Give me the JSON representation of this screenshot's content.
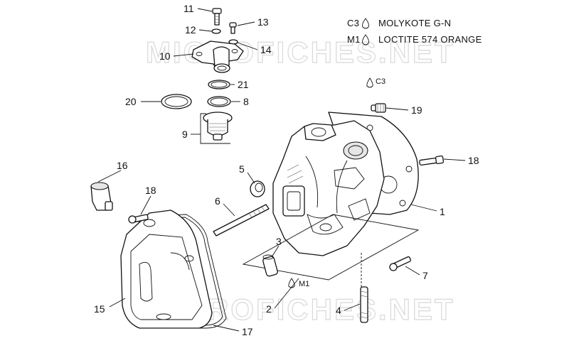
{
  "legend": [
    {
      "code": "C3",
      "text": "MOLYKOTE G-N"
    },
    {
      "code": "M1",
      "text": "LOCTITE 574 ORANGE"
    }
  ],
  "symbol_tags": {
    "c3": "C3",
    "m1": "M1"
  },
  "watermark": "MICROFICHES.NET",
  "callouts": {
    "n1": "1",
    "n2": "2",
    "n3": "3",
    "n4": "4",
    "n5": "5",
    "n6": "6",
    "n7": "7",
    "n8": "8",
    "n9": "9",
    "n10": "10",
    "n11": "11",
    "n12": "12",
    "n13": "13",
    "n14": "14",
    "n15": "15",
    "n16": "16",
    "n17": "17",
    "n18a": "18",
    "n18b": "18",
    "n19": "19",
    "n20": "20",
    "n21": "21"
  },
  "icons": {
    "sealant": "drop-icon"
  }
}
